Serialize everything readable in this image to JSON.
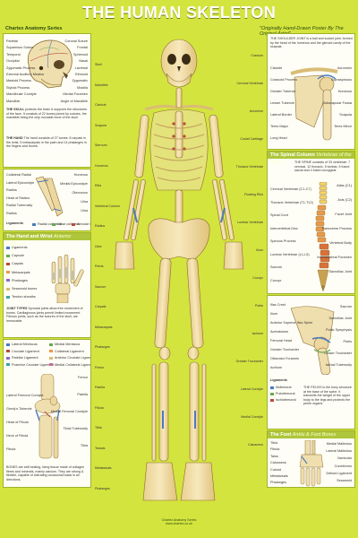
{
  "header": {
    "title": "THE HUMAN SKELETON",
    "series": "Chartex Anatomy Series",
    "tagline": "\"Originally Hand-Drawn Poster By The Original Artist\""
  },
  "skull_panel": {
    "labels_left": [
      "Parietal",
      "Squamous Suture",
      "Temporal",
      "Occipital",
      "Zygomatic Process",
      "External Auditory Meatus",
      "Mastoid Process",
      "Styloid Process",
      "Mandibular Condyle",
      "Mandible"
    ],
    "labels_right": [
      "Coronal Suture",
      "Frontal",
      "Sphenoid",
      "Nasal",
      "Lacrimal",
      "Ethmoid",
      "Zygomatic",
      "Maxilla",
      "Mental Foramen",
      "Angle of Mandible"
    ],
    "text_1_head": "THE SKULL",
    "text_1": "protects the brain & supports the structures of the face. It consists of 22 bones joined by sutures, the mandible being the only movable bone of the skull.",
    "text_2_head": "THE HAND",
    "text_2": "The hand consists of 27 bones: 8 carpals in the wrist, 5 metacarpals in the palm and 14 phalanges in the fingers and thumb."
  },
  "wrist_panel": {
    "labels_left": [
      "Collateral Radial",
      "Lateral Epicondyle",
      "Radius",
      "Head of Radius",
      "Radial Tuberosity",
      "Radius"
    ],
    "labels_right": [
      "Humerus",
      "Medial Epicondyle",
      "Olecranon",
      "Ulna",
      "Ulna"
    ],
    "legend_head": "Ligaments",
    "legend": [
      "Radial collateral",
      "Ulnar collateral",
      "Annular ligament"
    ]
  },
  "hand_panel": {
    "header": "The Hand and Wrist",
    "sub": "Anterior (Palmar)",
    "legend": [
      "Ligaments",
      "Capsule",
      "Carpals",
      "Metacarpals",
      "Phalanges",
      "Sesamoid bones",
      "Tendon sheaths"
    ],
    "text_head": "JOINT TYPES",
    "text": "Synovial joints allow free movement of bones. Cartilaginous joints permit limited movement. Fibrous joints, such as the sutures of the skull, are immovable."
  },
  "knee_panel": {
    "legend": [
      "Lateral Meniscus",
      "Medial Meniscus",
      "Cruciate Ligament",
      "Collateral Ligament",
      "Patellar Ligament",
      "Anterior Cruciate Ligament",
      "Posterior Cruciate Ligament",
      "Medial Collateral Ligament"
    ],
    "labels_left": [
      "Lateral Femoral Condyle",
      "Gerdy's Tubercle",
      "Head of Fibula",
      "Neck of Fibula",
      "Fibula"
    ],
    "labels_right": [
      "Femur",
      "Patella",
      "Medial Femoral Condyle",
      "Tibial Tuberosity",
      "Tibia"
    ],
    "text": "BONES are self-healing, living tissue made of collagen fibres and minerals, mainly calcium. They are strong & flexible, capable of tolerating occasional loads in all directions."
  },
  "shoulder_panel": {
    "text": "THE SHOULDER JOINT is a ball and socket joint, formed by the head of the humerus and the glenoid cavity of the scapula.",
    "labels": [
      "Clavicle",
      "Acromion",
      "Coracoid Process",
      "Supraspinous",
      "Greater Tubercle",
      "Humerus",
      "Lesser Tubercle",
      "Subscapular Fossa",
      "Lateral Border",
      "Scapula",
      "Teres Major",
      "Teres Minor",
      "Long Head"
    ]
  },
  "spine_panel": {
    "header": "The Spinal Column",
    "sub": "Vertebrae of the Spine",
    "text": "THE SPINE consists of 33 vertebrae: 7 cervical, 12 thoracic, 5 lumbar, 5 fused sacral and 4 fused coccygeal.",
    "labels_left": [
      "Cervical Vertebrae (C1-C7)",
      "Thoracic Vertebrae (T1-T12)",
      "Spinal Cord",
      "Intervertebral Disc",
      "Spinous Process",
      "Lumbar Vertebrae (L1-L5)",
      "Sacrum",
      "Coccyx"
    ],
    "labels_right": [
      "Atlas (C1)",
      "Axis (C2)",
      "Facet Joint",
      "Transverse Process",
      "Vertebral Body",
      "Intervertebral Foramen",
      "Sacroiliac Joint"
    ]
  },
  "hip_panel": {
    "labels_left": [
      "Iliac Crest",
      "Ilium",
      "Anterior Superior Iliac Spine",
      "Acetabulum",
      "Femoral Head",
      "Greater Trochanter",
      "Obturator Foramen",
      "Ischium"
    ],
    "labels_right": [
      "Sacrum",
      "Sacroiliac Joint",
      "Pubic Symphysis",
      "Pubis",
      "Lesser Trochanter",
      "Ischial Tuberosity"
    ],
    "legend_head": "Ligaments",
    "legend": [
      "Iliofemoral",
      "Pubofemoral",
      "Ischiofemoral"
    ],
    "text": "THE PELVIS is the bony structure at the base of the spine. It transmits the weight of the upper body to the legs and protects the pelvic organs."
  },
  "foot_panel": {
    "header": "The Foot",
    "sub": "Ankle & Foot Bones",
    "labels_left": [
      "Tibia",
      "Fibula",
      "Talus",
      "Calcaneus",
      "Cuboid",
      "Metatarsals",
      "Phalanges"
    ],
    "labels_right": [
      "Medial Malleolus",
      "Lateral Malleolus",
      "Navicular",
      "Cuneiforms",
      "Deltoid Ligament",
      "Sesamoid"
    ]
  },
  "center_labels": {
    "left": [
      "Skull",
      "Mandible",
      "Clavicle",
      "Scapula",
      "Sternum",
      "Humerus",
      "Ribs",
      "Vertebral Column",
      "Radius",
      "Ulna",
      "Pelvis",
      "Sacrum",
      "Carpals",
      "Metacarpals",
      "Phalanges",
      "Femur",
      "Patella",
      "Fibula",
      "Tibia",
      "Tarsals",
      "Metatarsals",
      "Phalanges"
    ],
    "right": [
      "Cranium",
      "Cervical Vertebrae",
      "Acromion",
      "Costal Cartilage",
      "Thoracic Vertebrae",
      "Floating Ribs",
      "Lumbar Vertebrae",
      "Ilium",
      "Coccyx",
      "Pubis",
      "Ischium",
      "Greater Trochanter",
      "Lateral Condyle",
      "Medial Condyle",
      "Calcaneus"
    ]
  },
  "footer": {
    "line1": "Chartex Anatomy Series",
    "line2": "www.chartex.co.uk"
  }
}
